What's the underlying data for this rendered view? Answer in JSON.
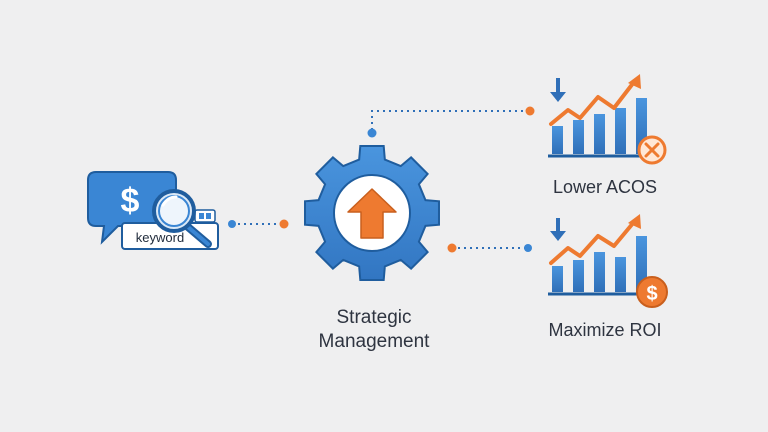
{
  "keyword_card": {
    "dollar_symbol": "$",
    "tag_text": "keyword",
    "icon": "magnifying-glass-icon"
  },
  "center": {
    "icon": "gear-icon",
    "inner_icon": "arrow-up-icon",
    "label_line1": "Strategic",
    "label_line2": "Management"
  },
  "outcomes": [
    {
      "label": "Lower ACOS",
      "chart_icon": "bar-chart-trend-icon",
      "badge_icon": "cancel-circle-icon"
    },
    {
      "label": "Maximize ROI",
      "chart_icon": "bar-chart-trend-icon",
      "badge_icon": "dollar-circle-icon",
      "badge_symbol": "$"
    }
  ],
  "colors": {
    "primary_blue": "#3a86d4",
    "dark_blue": "#1f5d9e",
    "accent_orange": "#ee7a30",
    "text_dark": "#2e3440",
    "background": "#efeff0"
  }
}
